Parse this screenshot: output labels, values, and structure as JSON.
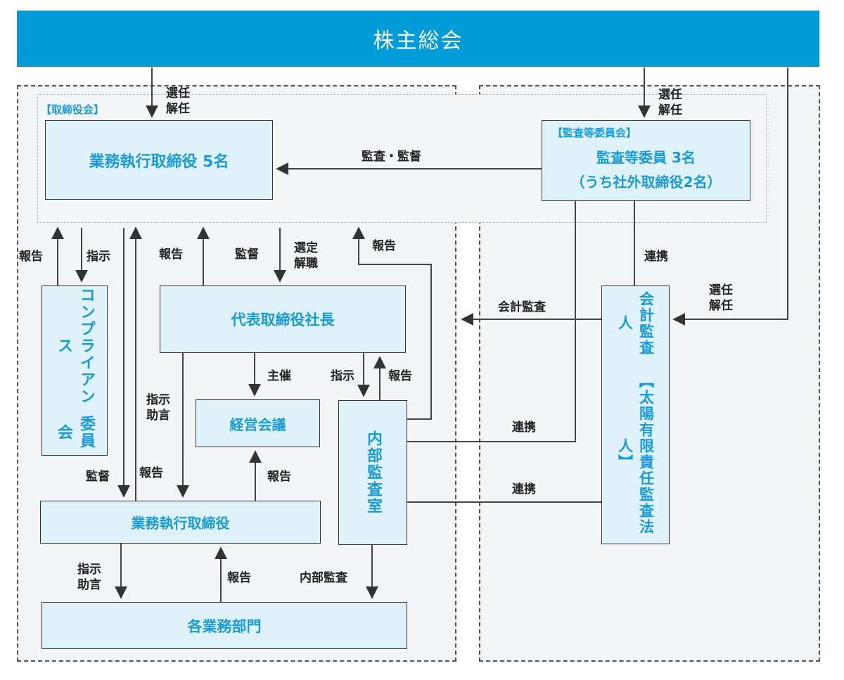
{
  "general_meeting": "株主総会",
  "board": {
    "label": "【取締役会】",
    "exec_directors": "業務執行取締役 5名"
  },
  "audit_committee": {
    "label": "【監査等委員会】",
    "line1": "監査等委員 3名",
    "line2": "（うち社外取締役2名）"
  },
  "compliance_committee": [
    "コンプライアンス",
    "委員会"
  ],
  "president": "代表取締役社長",
  "management_meeting": "経営会議",
  "internal_audit": "内部監査室",
  "exec_officers": "業務執行取締役",
  "departments": "各業務部門",
  "auditor": {
    "line1": "会計監査人",
    "line2": "【太陽有限責任監査法人】"
  },
  "labels": {
    "appoint_dismiss": [
      "選任",
      "解任"
    ],
    "audit_supervision": "監査・監督",
    "report": "報告",
    "instruct": "指示",
    "supervise": "監督",
    "select_dismiss": [
      "選定",
      "解職"
    ],
    "accounting_audit": "会計監査",
    "cooperation": "連携",
    "host": "主催",
    "instruct_advise": [
      "指示",
      "助言"
    ],
    "internal_audit": "内部監査"
  }
}
